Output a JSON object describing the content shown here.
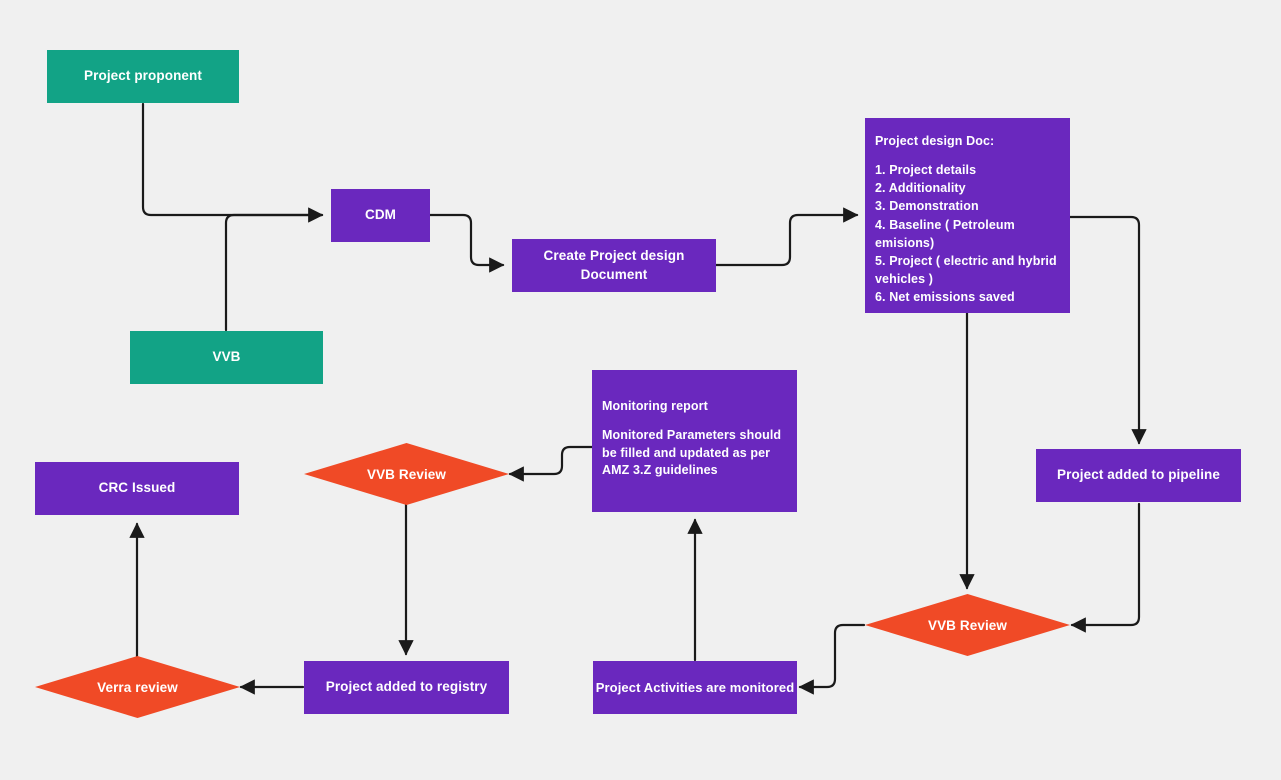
{
  "diagram": {
    "title": "Carbon credit project registration and monitoring flowchart",
    "background_color": "#f0f0f0",
    "colors": {
      "teal": "#12a386",
      "purple": "#6a28be",
      "diamond": "#f04a26",
      "edge": "#1a1a1a",
      "label_text": "#ffffff"
    }
  },
  "nodes": {
    "project_proponent": {
      "label": "Project proponent",
      "shape": "rect",
      "color": "#12a386"
    },
    "vvb": {
      "label": "VVB",
      "shape": "rect",
      "color": "#12a386"
    },
    "cdm": {
      "label": "CDM",
      "shape": "rect",
      "color": "#6a28be"
    },
    "create_pdd": {
      "label": "Create Project design Document",
      "shape": "rect",
      "color": "#6a28be"
    },
    "project_design_doc": {
      "shape": "rect",
      "color": "#6a28be",
      "heading": "Project design Doc:",
      "items": [
        "1. Project details",
        "2. Additionality",
        "3. Demonstration",
        "4. Baseline ( Petroleum",
        "emisions)",
        "5. Project ( electric and hybrid",
        "vehicles )",
        "6. Net emissions saved"
      ]
    },
    "project_added_to_pipeline": {
      "label": "Project added to pipeline",
      "shape": "rect",
      "color": "#6a28be"
    },
    "vvb_review_right": {
      "label": "VVB Review",
      "shape": "diamond",
      "color": "#f04a26"
    },
    "project_activities_monitored": {
      "label": "Project Activities are monitored",
      "shape": "rect",
      "color": "#6a28be"
    },
    "monitoring_report": {
      "shape": "rect",
      "color": "#6a28be",
      "heading": "Monitoring report",
      "body": [
        "Monitored Parameters should",
        "be filled and updated as per",
        "AMZ 3.Z guidelines"
      ]
    },
    "vvb_review_left": {
      "label": "VVB Review",
      "shape": "diamond",
      "color": "#f04a26"
    },
    "project_added_to_registry": {
      "label": "Project added to registry",
      "shape": "rect",
      "color": "#6a28be"
    },
    "verra_review": {
      "label": "Verra review",
      "shape": "diamond",
      "color": "#f04a26"
    },
    "crc_issued": {
      "label": "CRC Issued",
      "shape": "rect",
      "color": "#6a28be"
    }
  },
  "edges": [
    {
      "from": "project_proponent",
      "to": "cdm"
    },
    {
      "from": "vvb",
      "to": "cdm"
    },
    {
      "from": "cdm",
      "to": "create_pdd"
    },
    {
      "from": "create_pdd",
      "to": "project_design_doc"
    },
    {
      "from": "project_design_doc",
      "to": "project_added_to_pipeline"
    },
    {
      "from": "project_design_doc",
      "to": "vvb_review_right"
    },
    {
      "from": "project_added_to_pipeline",
      "to": "vvb_review_right"
    },
    {
      "from": "vvb_review_right",
      "to": "project_activities_monitored"
    },
    {
      "from": "project_activities_monitored",
      "to": "monitoring_report"
    },
    {
      "from": "monitoring_report",
      "to": "vvb_review_left"
    },
    {
      "from": "vvb_review_left",
      "to": "project_added_to_registry"
    },
    {
      "from": "project_added_to_registry",
      "to": "verra_review"
    },
    {
      "from": "verra_review",
      "to": "crc_issued"
    }
  ]
}
